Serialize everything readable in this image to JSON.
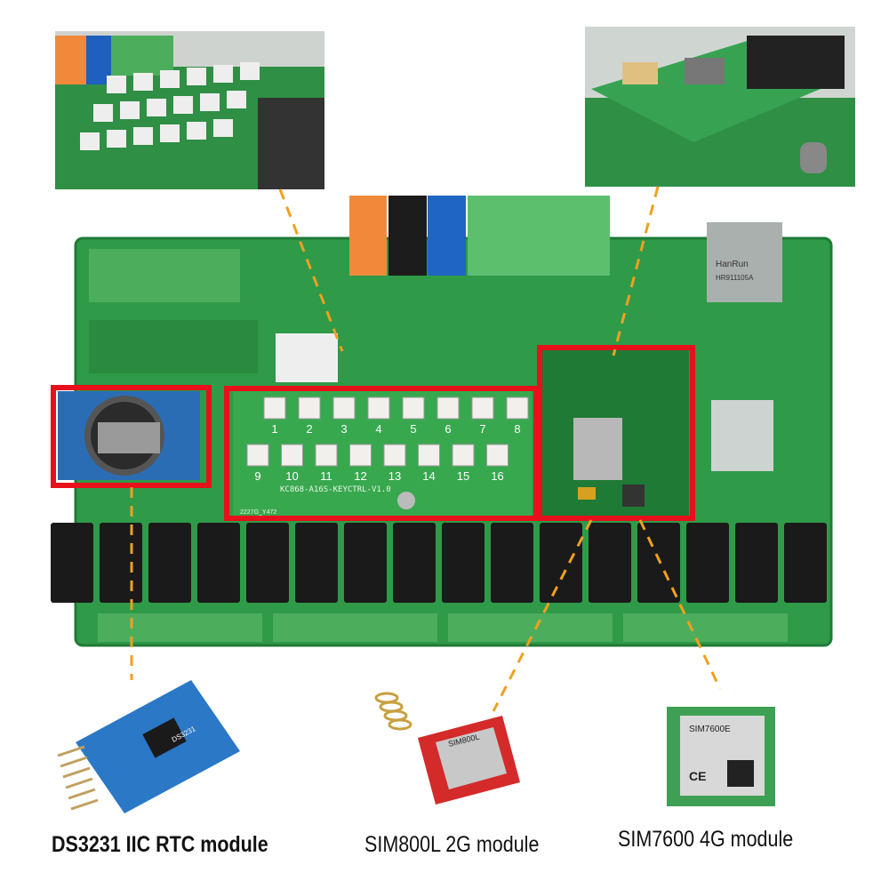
{
  "captions": {
    "rtc": "DS3231 IIC RTC module",
    "sim800": "SIM800L 2G module",
    "sim7600": "SIM7600 4G module"
  },
  "keypad": {
    "keys": [
      "1",
      "2",
      "3",
      "4",
      "5",
      "6",
      "7",
      "8",
      "9",
      "10",
      "11",
      "12",
      "13",
      "14",
      "15",
      "16"
    ],
    "board_label": "KC868-A16S-KEYCTRL-V1.0",
    "batch_label": "2227G_Y472"
  },
  "modules": {
    "rtc_chip": "DS3231",
    "sim800_label": "SIM800L",
    "sim7600_label": "SIM7600E",
    "ethernet_brand": "HanRun",
    "ethernet_model": "HR911105A",
    "ce_mark": "CE"
  },
  "colors": {
    "highlight_box": "#e8101a",
    "leader_line": "#f0a020",
    "pcb_green": "#2f9a48",
    "relay": "#1a1a1a"
  }
}
